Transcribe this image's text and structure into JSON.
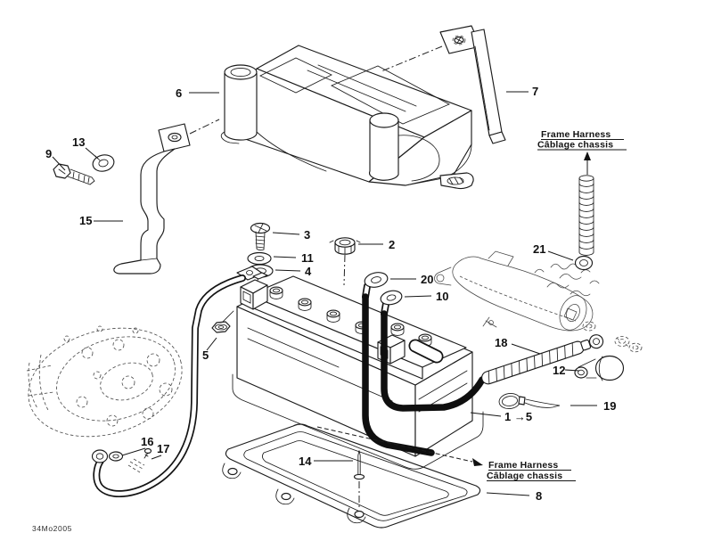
{
  "code": "34Mo2005",
  "harness_top": {
    "line1": "Frame Harness",
    "line2": "Câblage chassis"
  },
  "harness_bottom": {
    "line1": "Frame Harness",
    "line2": "Câblage chassis"
  },
  "callouts": {
    "p2": "2",
    "p3": "3",
    "p4": "4",
    "p5": "5",
    "p6": "6",
    "p7": "7",
    "p8": "8",
    "p9": "9",
    "p10": "10",
    "p11": "11",
    "p12": "12",
    "p13": "13",
    "p14": "14",
    "p15": "15",
    "p16": "16",
    "p17": "17",
    "p18": "18",
    "p19": "19",
    "p20": "20",
    "p21": "21",
    "p1to5": "1 →5"
  }
}
